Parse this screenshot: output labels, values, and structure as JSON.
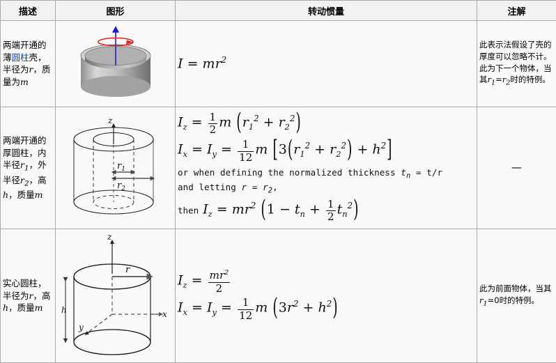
{
  "table": {
    "headers": [
      "描述",
      "图形",
      "转动惯量",
      "注解"
    ],
    "rows": [
      {
        "desc_pre": "两端开通的薄",
        "desc_link": "圆柱",
        "desc_post_1": "壳，半径",
        "desc_post_2": "为",
        "var_r": "r",
        "desc_post_3": "，质量",
        "desc_post_4": "为",
        "var_m": "m",
        "figure_name": "thin-cylindrical-shell-diagram",
        "figure_labels": [],
        "formula_plain": "I = mr²",
        "note": "此表示法假设了壳的厚度可以忽略不计。此为下一个物体，当其r₁=r₂时的特例。",
        "note_pre": "此表示法假设了壳的厚度可以忽略不计。此为下一个物体，当其",
        "note_var1": "r",
        "note_sub1": "1",
        "note_eq": "=",
        "note_var2": "r",
        "note_sub2": "2",
        "note_post": "时的特例。"
      },
      {
        "desc_line1": "两端开通",
        "desc_line2": "的厚圆",
        "desc_line3": "柱，内半",
        "desc_line4": "径",
        "var_r1": "r",
        "sub_1": "1",
        "desc_line5": "，外",
        "desc_line6": "半径",
        "var_r2": "r",
        "sub_2": "2",
        "desc_line7": "，",
        "desc_line8": "高",
        "var_h": "h",
        "desc_line9": "，质量",
        "var_m": "m",
        "figure_name": "thick-walled-cylinder-diagram",
        "figure_labels": [
          "z",
          "r₁",
          "r₂"
        ],
        "formula_plain_1": "I_z = (1/2) m (r₁² + r₂²)",
        "formula_plain_2": "I_x = I_y = (1/12) m [3(r₁² + r₂²) + h²]",
        "note_text_1": "or when defining the normalized thickness",
        "note_text_2": "= t/r",
        "note_text_3": "and letting",
        "note_text_4": "=",
        "note_text_then": "then",
        "formula_plain_3": "I_z = mr² (1 - t_n + (1/2) t_n²)",
        "note": "—"
      },
      {
        "desc_line1": "实心圆",
        "desc_line2": "柱，半径",
        "desc_line3": "为",
        "var_r": "r",
        "desc_line4": "，高",
        "var_h": "h",
        "desc_line5": "，质量",
        "var_m": "m",
        "figure_name": "solid-cylinder-diagram",
        "figure_labels": [
          "z",
          "x",
          "y",
          "r",
          "h"
        ],
        "formula_plain_1": "I_z = mr²/2",
        "formula_plain_2": "I_x = I_y = (1/12) m (3r² + h²)",
        "note_pre": "此为前面物体，当其",
        "note_var": "r",
        "note_sub": "1",
        "note_mid": "=0",
        "note_post": "时的特例。"
      }
    ]
  },
  "symbols": {
    "I": "I",
    "m": "m",
    "r": "r",
    "h": "h",
    "t": "t",
    "x": "x",
    "y": "y",
    "z": "z",
    "n": "n",
    "eq": "=",
    "plus": "+",
    "minus": "−",
    "one": "1",
    "two": "2",
    "three": "3",
    "twelve": "12",
    "sup2": "2",
    "emdash": "—"
  },
  "colors": {
    "link": "#0645ad",
    "header_bg": "#f2f2f2",
    "cell_bg": "#f9f9f9",
    "border": "#aaaaaa",
    "axis_blue": "#1a1ae0",
    "rotation_red": "#e02020",
    "cylinder_gray": "#b9b9b9"
  }
}
